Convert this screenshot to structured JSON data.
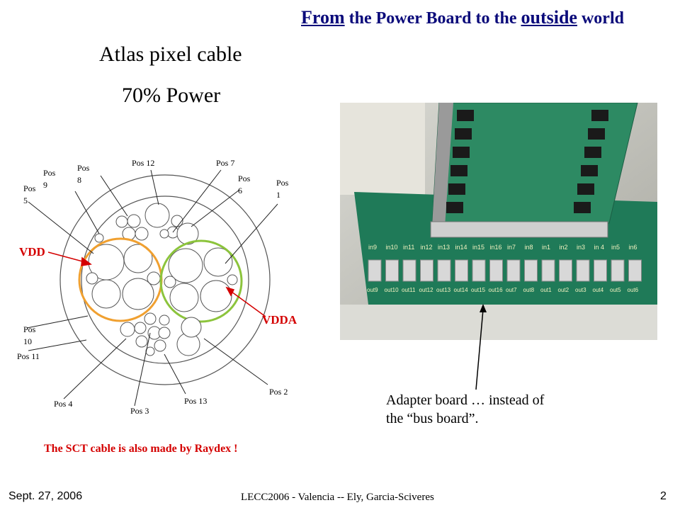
{
  "header": {
    "word1": "From",
    "mid": " the Power Board to the ",
    "word2": "outside",
    "end": " world"
  },
  "title_line1": "Atlas pixel cable",
  "title_line2": "70% Power",
  "positions": {
    "pos12": "Pos 12",
    "pos7": "Pos 7",
    "pos9a": "Pos",
    "pos9b": "9",
    "pos8a": "Pos",
    "pos8b": "8",
    "pos6a": "Pos",
    "pos6b": "6",
    "pos1a": "Pos",
    "pos1b": "1",
    "pos5a": "Pos",
    "pos5b": "5",
    "pos10a": "Pos",
    "pos10b": "10",
    "pos11": "Pos 11",
    "pos4": "Pos 4",
    "pos3": "Pos 3",
    "pos13": "Pos 13",
    "pos2": "Pos 2"
  },
  "vdd_label": "VDD",
  "vdda_label": "VDDA",
  "caption_line1": "Adapter board … instead of",
  "caption_line2": "the “bus board”.",
  "note": "The SCT cable is also made by Raydex !",
  "footer": {
    "date": "Sept. 27, 2006",
    "center": "LECC2006 - Valencia   --   Ely, Garcia-Sciveres",
    "page": "2"
  },
  "board": {
    "in_labels": [
      "in9",
      "in10",
      "in11",
      "in12",
      "in13",
      "in14",
      "in15",
      "in16",
      "in7",
      "in8",
      "in1",
      "in2",
      "in3",
      "in 4",
      "in5",
      "in6"
    ],
    "out_labels": [
      "out9",
      "out10",
      "out11",
      "out12",
      "out13",
      "out14",
      "out15",
      "out16",
      "out7",
      "out8",
      "out1",
      "out2",
      "out3",
      "out4",
      "out5",
      "out6"
    ]
  },
  "colors": {
    "vdd_ring": "#f0a030",
    "vdda_ring": "#8cc43c",
    "red": "#d40000",
    "header": "#0a0a7a"
  }
}
